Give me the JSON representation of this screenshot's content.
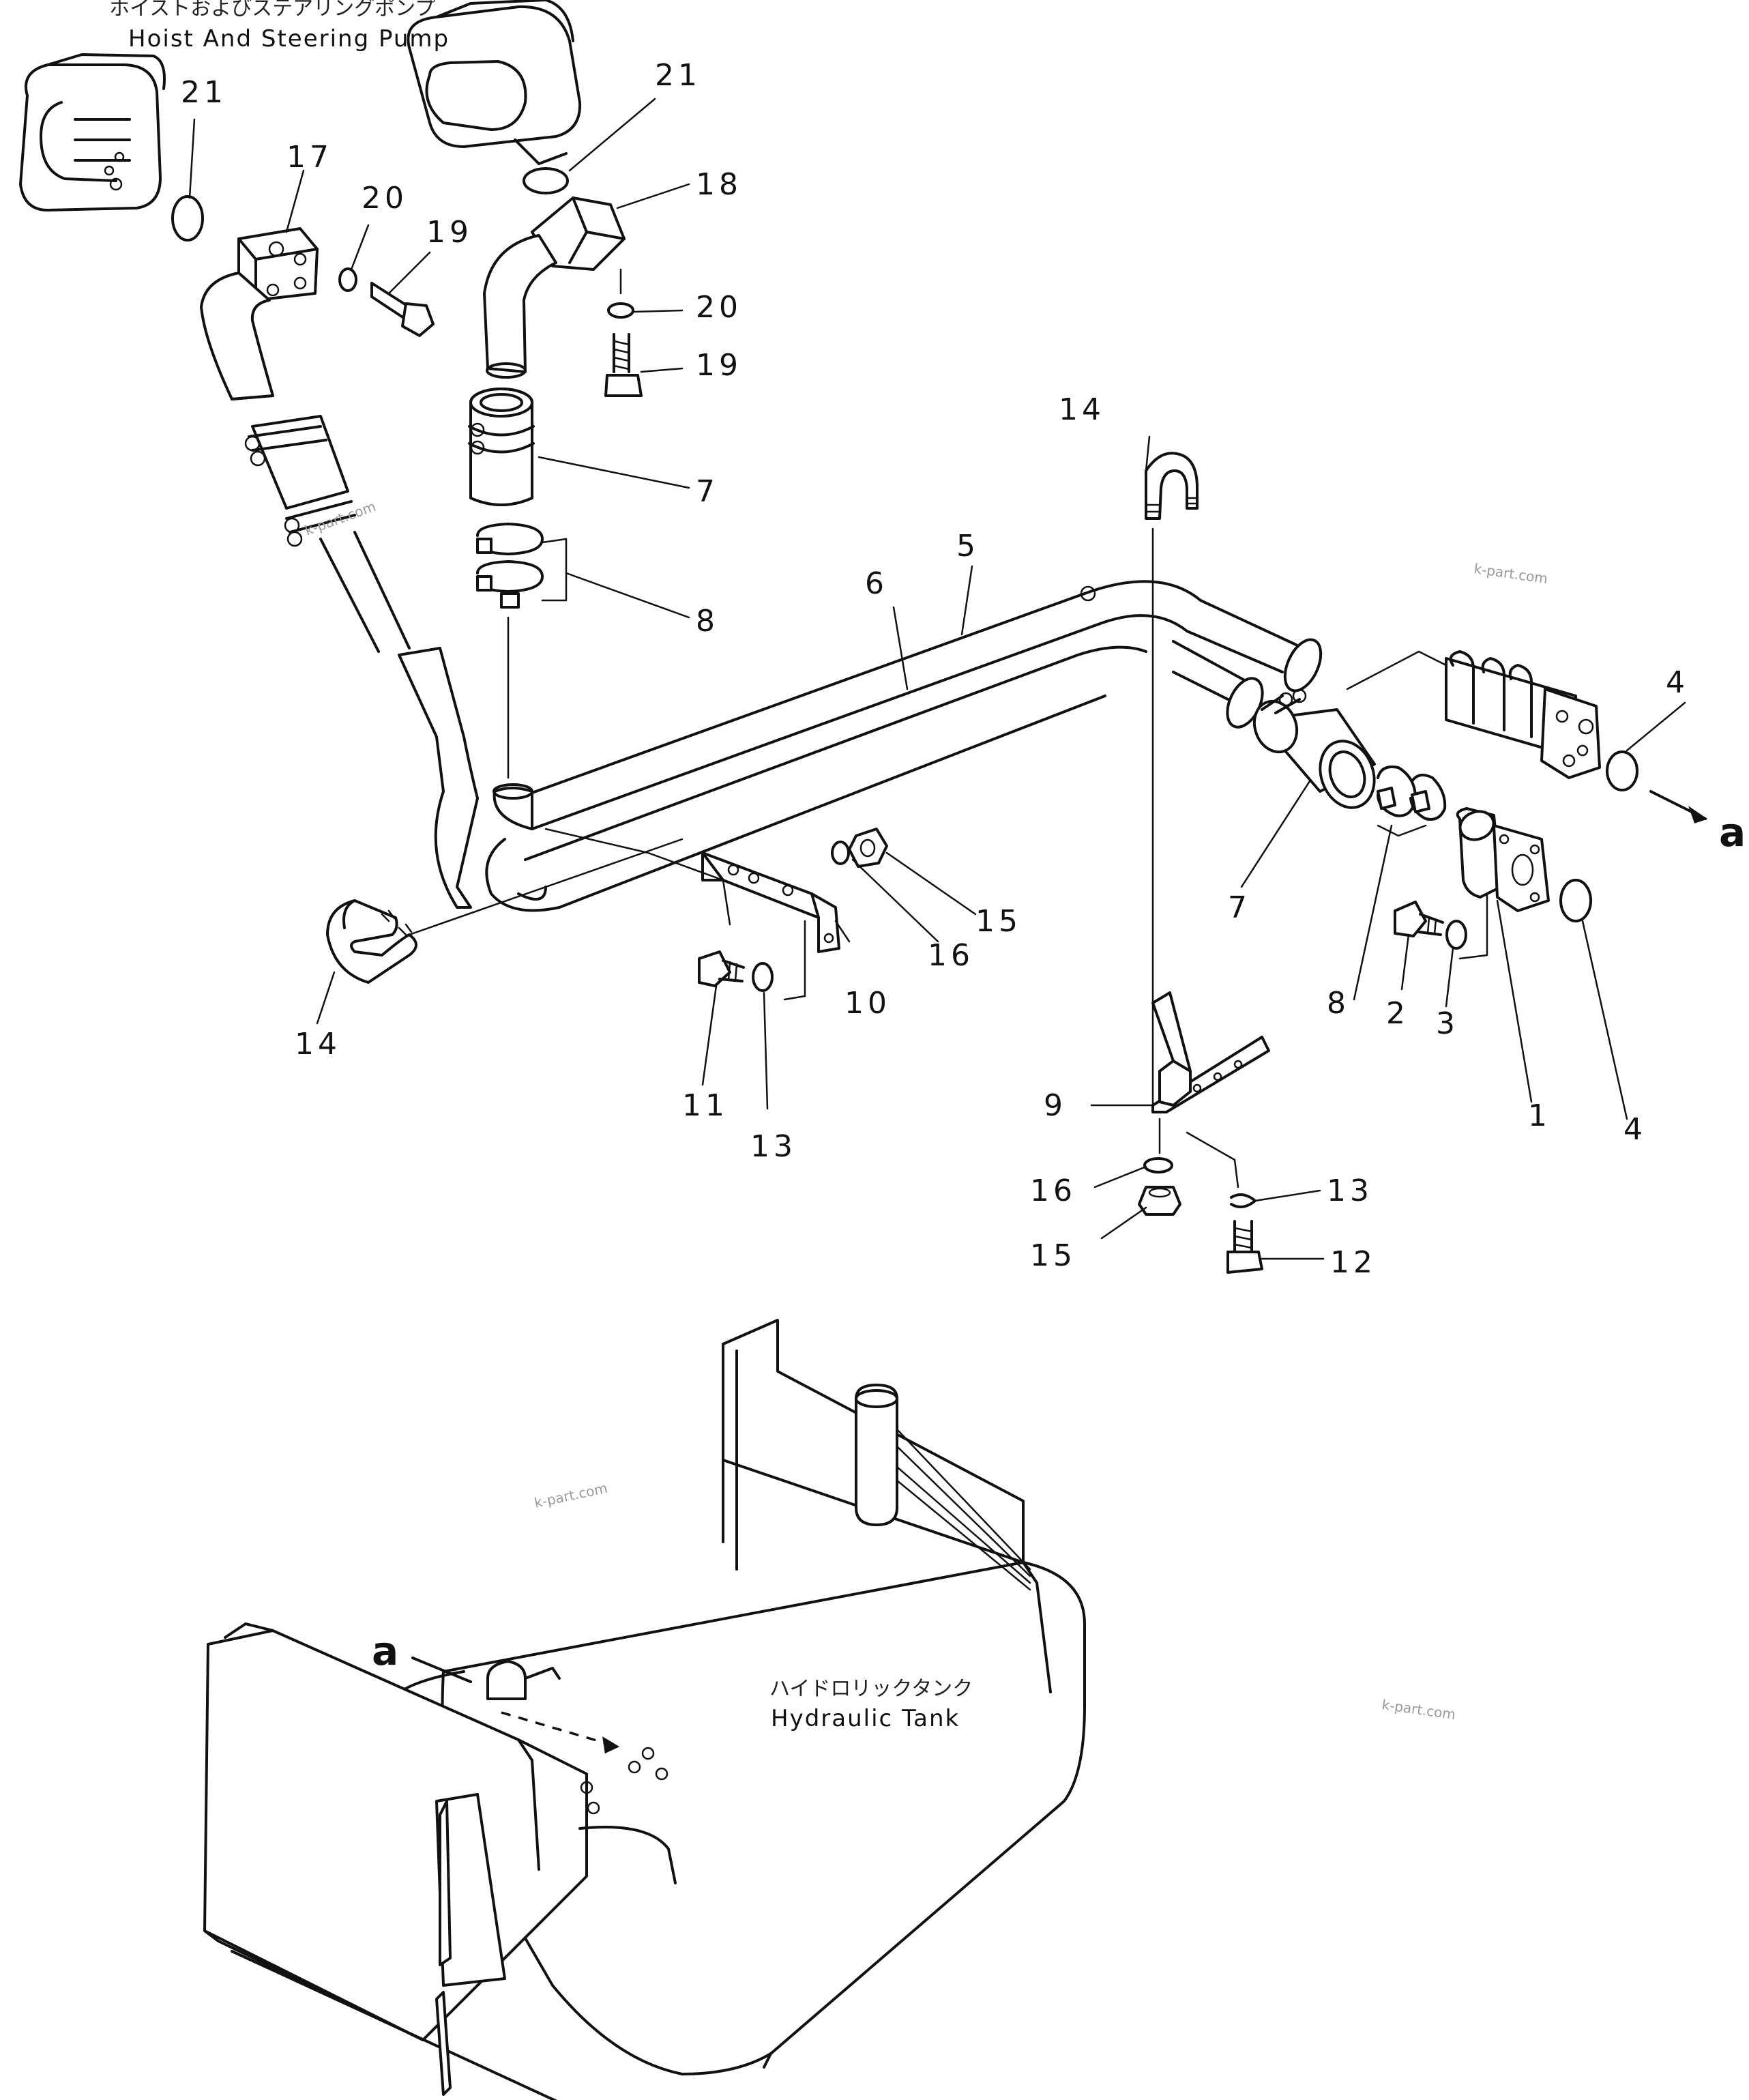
{
  "captions": {
    "pump_jp": "ホイストおよびステアリングポンプ",
    "pump_en": "Hoist And Steering Pump",
    "tank_jp": "ハイドロリックタンク",
    "tank_en": "Hydraulic Tank"
  },
  "connection_letter": "a",
  "watermark": "k-part.com",
  "callouts": [
    "21",
    "17",
    "20",
    "19",
    "21",
    "18",
    "20",
    "19",
    "7",
    "8",
    "14",
    "5",
    "6",
    "4",
    "15",
    "16",
    "10",
    "14",
    "11",
    "13",
    "7",
    "8",
    "2",
    "3",
    "1",
    "4",
    "9",
    "16",
    "13",
    "15",
    "12"
  ]
}
